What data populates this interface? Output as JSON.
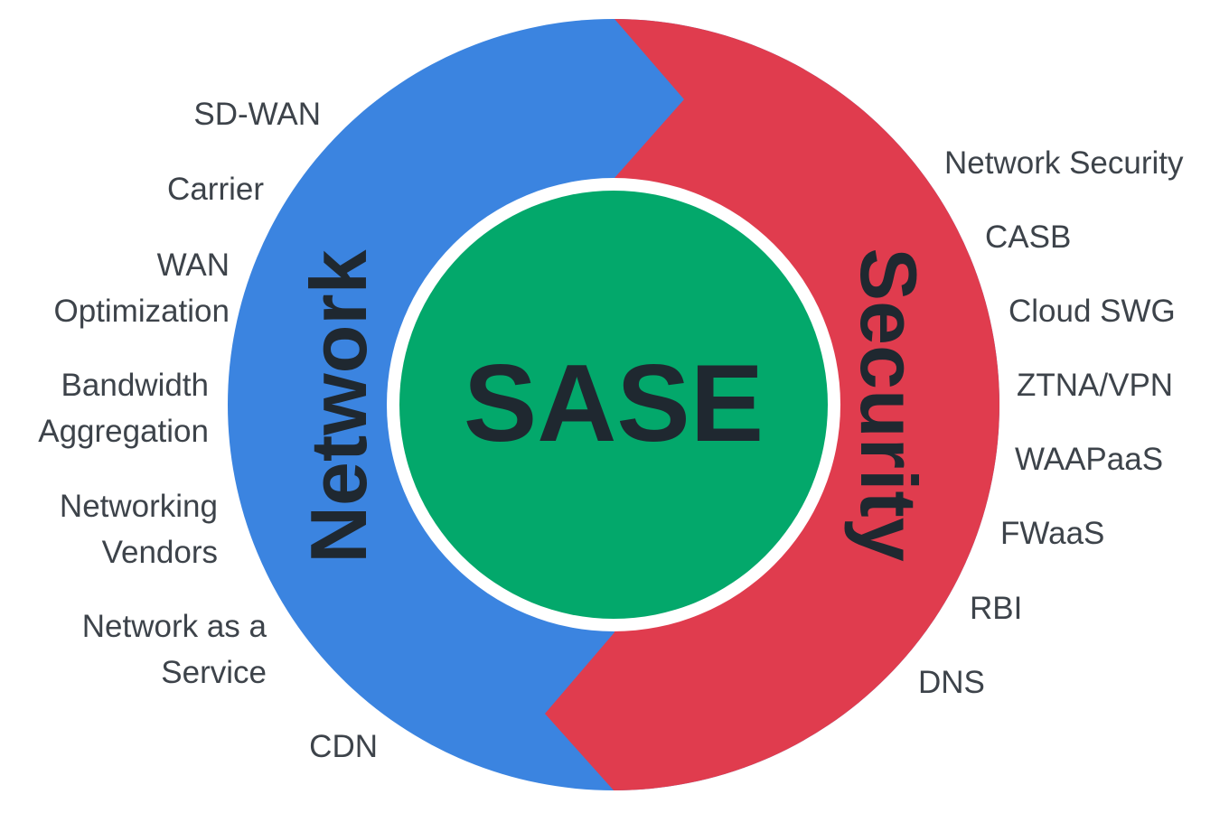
{
  "colors": {
    "network": "#3b84e0",
    "security": "#e03c4e",
    "core": "#03a86b",
    "text": "#1f2830",
    "label": "#3d434a"
  },
  "center_label": "SASE",
  "network": {
    "title": "Network",
    "items": [
      {
        "lines": [
          "SD-WAN"
        ]
      },
      {
        "lines": [
          "Carrier"
        ]
      },
      {
        "lines": [
          "WAN",
          "Optimization"
        ]
      },
      {
        "lines": [
          "Bandwidth",
          "Aggregation"
        ]
      },
      {
        "lines": [
          "Networking",
          "Vendors"
        ]
      },
      {
        "lines": [
          "Network as a",
          "Service"
        ]
      },
      {
        "lines": [
          "CDN"
        ]
      }
    ]
  },
  "security": {
    "title": "Security",
    "items": [
      {
        "lines": [
          "Network Security"
        ]
      },
      {
        "lines": [
          "CASB"
        ]
      },
      {
        "lines": [
          "Cloud SWG"
        ]
      },
      {
        "lines": [
          "ZTNA/VPN"
        ]
      },
      {
        "lines": [
          "WAAPaaS"
        ]
      },
      {
        "lines": [
          "FWaaS"
        ]
      },
      {
        "lines": [
          "RBI"
        ]
      },
      {
        "lines": [
          "DNS"
        ]
      }
    ]
  }
}
